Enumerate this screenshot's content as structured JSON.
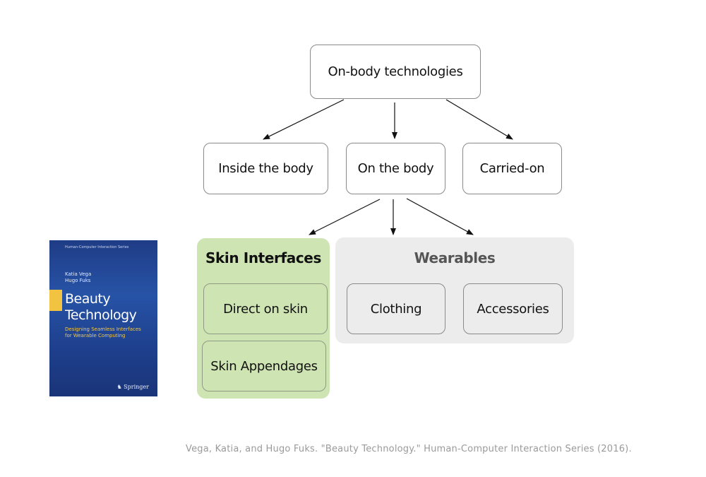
{
  "diagram": {
    "root": "On-body technologies",
    "level1": [
      "Inside the body",
      "On the body",
      "Carried-on"
    ],
    "skin_interfaces": {
      "title": "Skin Interfaces",
      "items": [
        "Direct on skin",
        "Skin Appendages"
      ]
    },
    "wearables": {
      "title": "Wearables",
      "items": [
        "Clothing",
        "Accessories"
      ]
    },
    "colors": {
      "skin_group": "#cfe4b3",
      "wearables_group": "#ececec",
      "wearables_title": "#555555"
    }
  },
  "book": {
    "series": "Human-Computer Interaction Series",
    "authors": [
      "Katia Vega",
      "Hugo Fuks"
    ],
    "title": [
      "Beauty",
      "Technology"
    ],
    "subtitle": [
      "Designing Seamless Interfaces",
      "for Wearable Computing"
    ],
    "publisher": "Springer"
  },
  "citation": "Vega, Katia, and Hugo Fuks. \"Beauty Technology.\" Human-Computer Interaction Series (2016)."
}
